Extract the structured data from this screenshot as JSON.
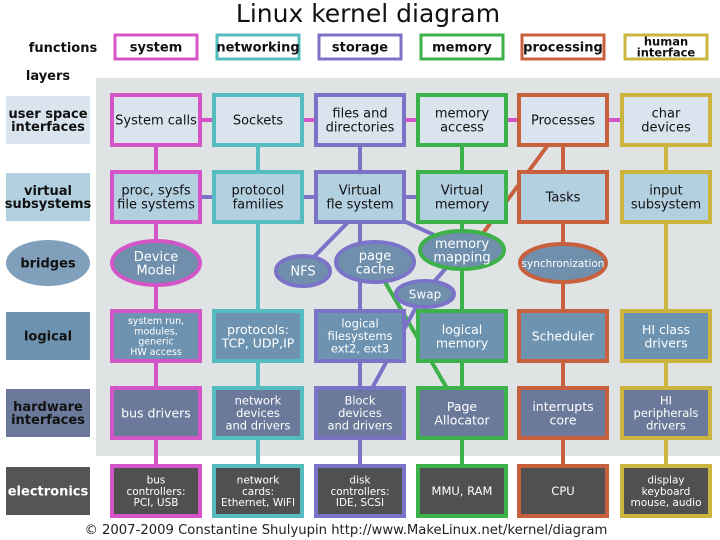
{
  "title": "Linux kernel diagram",
  "footer": "© 2007-2009 Constantine Shulyupin http://www.MakeLinux.net/kernel/diagram",
  "header_labels": {
    "functions": "functions",
    "layers": "layers"
  },
  "colors": {
    "system": "#d455c8",
    "networking": "#55bcbf",
    "storage": "#7b73c8",
    "memory": "#3eb24a",
    "processing": "#c8603e",
    "human": "#cbb53f"
  },
  "functions": [
    {
      "id": "system",
      "lines": [
        "system"
      ]
    },
    {
      "id": "networking",
      "lines": [
        "networking"
      ]
    },
    {
      "id": "storage",
      "lines": [
        "storage"
      ]
    },
    {
      "id": "memory",
      "lines": [
        "memory"
      ]
    },
    {
      "id": "processing",
      "lines": [
        "processing"
      ]
    },
    {
      "id": "human",
      "lines": [
        "human",
        "interface"
      ]
    }
  ],
  "layers": [
    {
      "id": "user-space",
      "lines": [
        "user space",
        "interfaces"
      ]
    },
    {
      "id": "virtual",
      "lines": [
        "virtual",
        "subsystems"
      ]
    },
    {
      "id": "bridges",
      "lines": [
        "bridges"
      ]
    },
    {
      "id": "logical",
      "lines": [
        "logical"
      ]
    },
    {
      "id": "hardware",
      "lines": [
        "hardware",
        "interfaces"
      ]
    },
    {
      "id": "electronics",
      "lines": [
        "electronics"
      ]
    }
  ],
  "cells": {
    "user-space": [
      [
        "System calls"
      ],
      [
        "Sockets"
      ],
      [
        "files and",
        "directories"
      ],
      [
        "memory",
        "access"
      ],
      [
        "Processes"
      ],
      [
        "char",
        "devices"
      ]
    ],
    "virtual": [
      [
        "proc, sysfs",
        "file systems"
      ],
      [
        "protocol",
        "families"
      ],
      [
        "Virtual",
        "fle system"
      ],
      [
        "Virtual",
        "memory"
      ],
      [
        "Tasks"
      ],
      [
        "input",
        "subsystem"
      ]
    ],
    "logical": [
      [
        "system run,",
        "modules,",
        "generic",
        "HW access"
      ],
      [
        "protocols:",
        "TCP, UDP,IP"
      ],
      [
        "logical",
        "filesystems",
        "ext2, ext3"
      ],
      [
        "logical",
        "memory"
      ],
      [
        "Scheduler"
      ],
      [
        "HI class",
        "drivers"
      ]
    ],
    "hardware": [
      [
        "bus drivers"
      ],
      [
        "network",
        "devices",
        "and drivers"
      ],
      [
        "Block",
        "devices",
        "and drivers"
      ],
      [
        "Page",
        "Allocator"
      ],
      [
        "interrupts",
        "core"
      ],
      [
        "HI",
        "peripherals",
        "drivers"
      ]
    ],
    "electronics": [
      [
        "bus",
        "controllers:",
        "PCI, USB"
      ],
      [
        "network",
        "cards:",
        "Ethernet, WiFI"
      ],
      [
        "disk",
        "controllers:",
        "IDE, SCSI"
      ],
      [
        "MMU, RAM"
      ],
      [
        "CPU"
      ],
      [
        "display",
        "keyboard",
        "mouse, audio"
      ]
    ]
  },
  "bridges": {
    "device_model": [
      "Device",
      "Model"
    ],
    "nfs": [
      "NFS"
    ],
    "page_cache": [
      "page",
      "cache"
    ],
    "memory_mapping": [
      "memory",
      "mapping"
    ],
    "swap": [
      "Swap"
    ],
    "synchronization": [
      "synchronization"
    ]
  }
}
